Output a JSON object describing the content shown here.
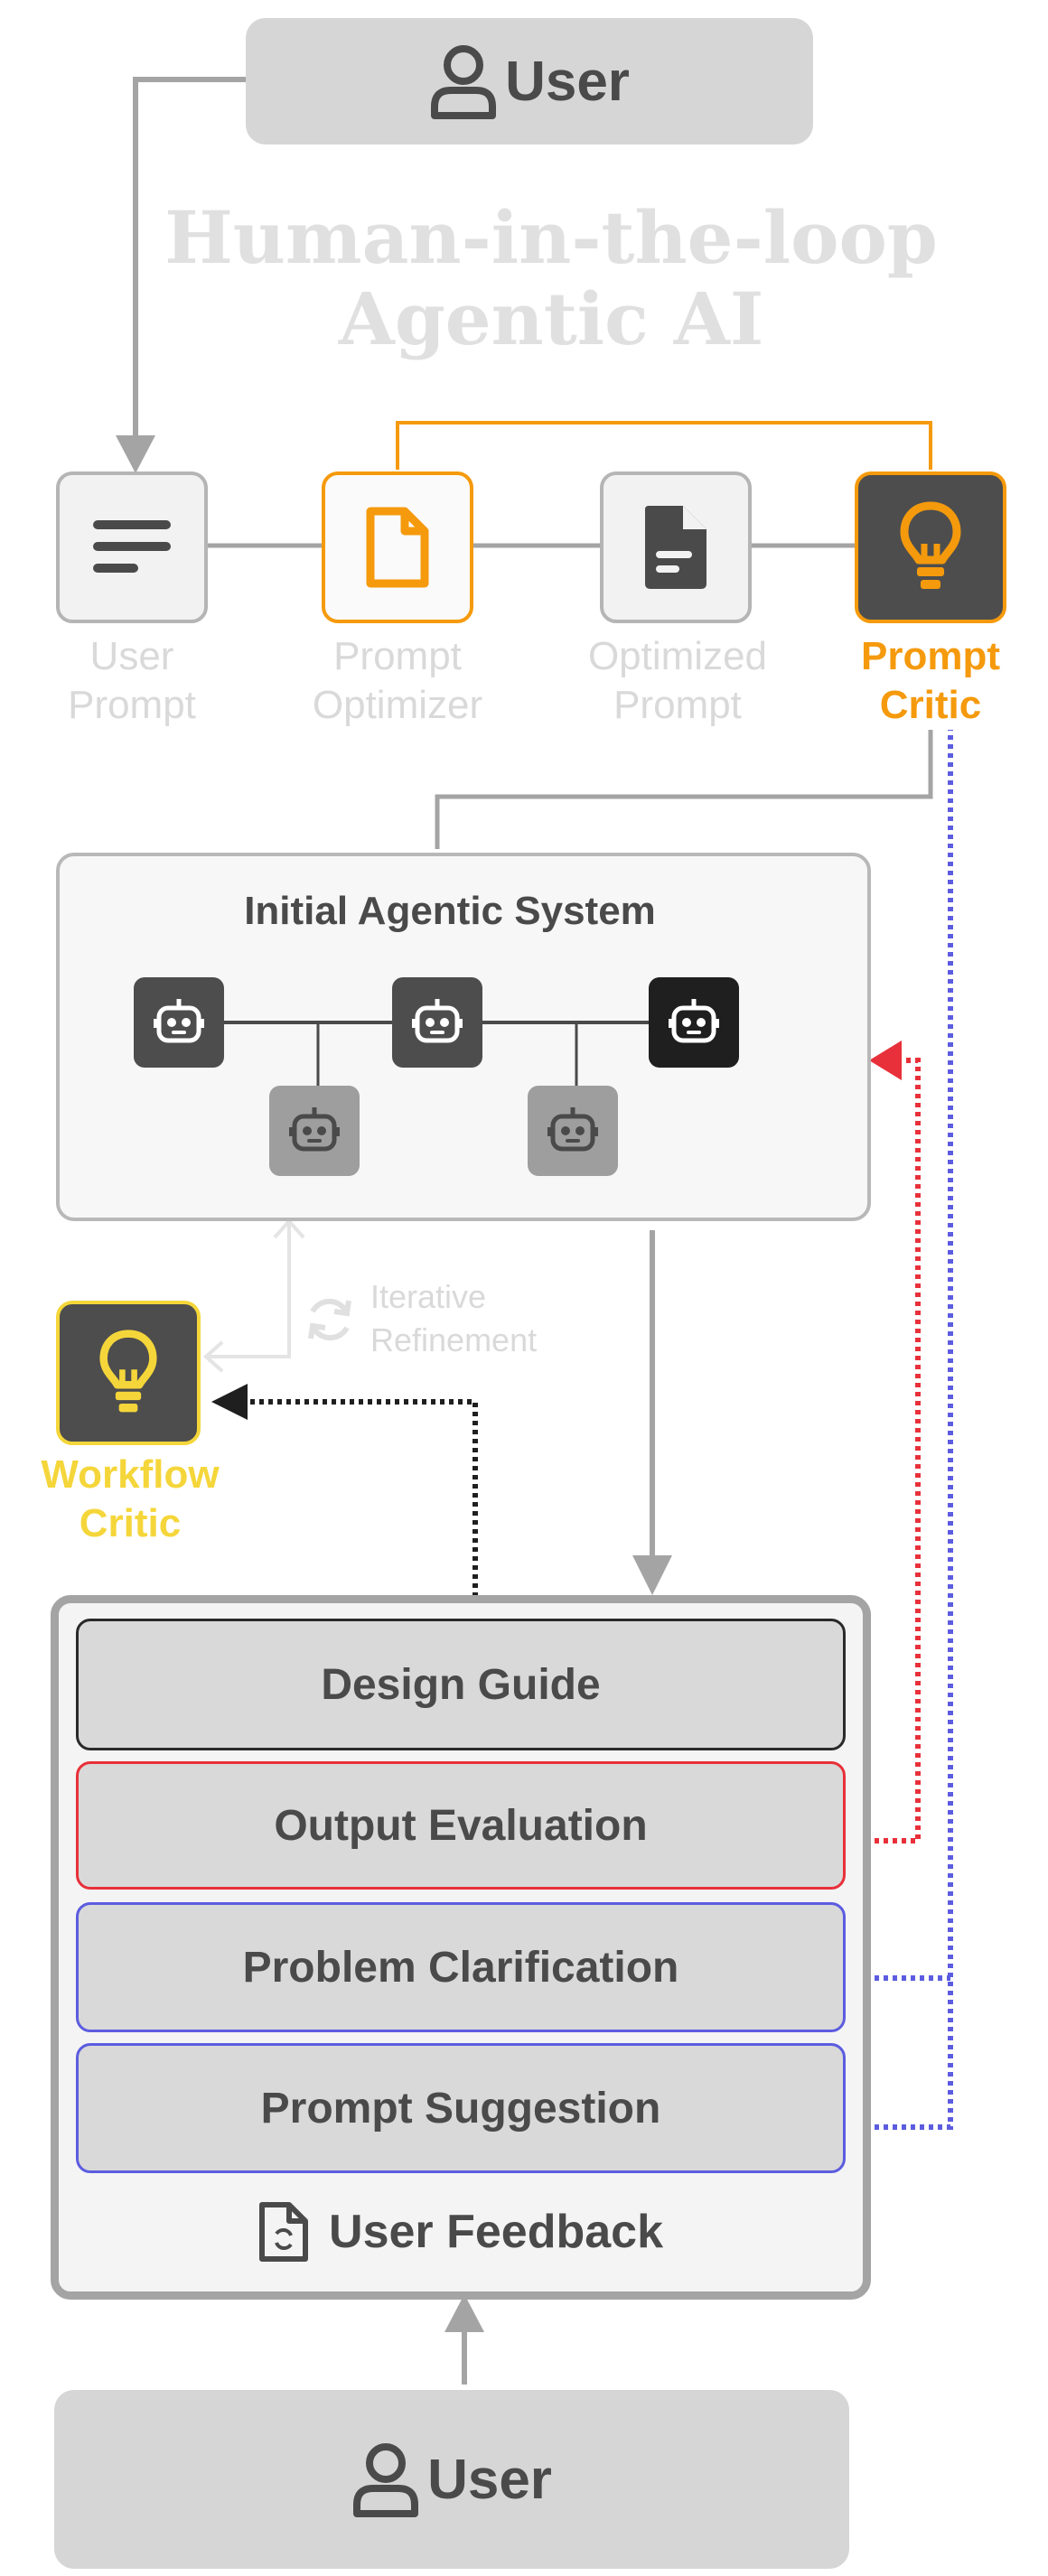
{
  "title": {
    "line1": "Human-in-the-loop",
    "line2": "Agentic AI"
  },
  "top_user": {
    "label": "User"
  },
  "bottom_user": {
    "label": "User"
  },
  "pipeline": {
    "user_prompt": {
      "line1": "User",
      "line2": "Prompt"
    },
    "prompt_optimizer": {
      "line1": "Prompt",
      "line2": "Optimizer"
    },
    "optimized_prompt": {
      "line1": "Optimized",
      "line2": "Prompt"
    },
    "prompt_critic": {
      "line1": "Prompt",
      "line2": "Critic"
    }
  },
  "agentic_system": {
    "title": "Initial Agentic System"
  },
  "iterative": {
    "line1": "Iterative",
    "line2": "Refinement"
  },
  "workflow_critic": {
    "line1": "Workflow",
    "line2": "Critic"
  },
  "feedback": {
    "items": [
      "Design Guide",
      "Output Evaluation",
      "Problem Clarification",
      "Prompt Suggestion"
    ],
    "footer": "User Feedback"
  },
  "colors": {
    "orange": "#f59a0c",
    "yellow": "#f5d63a",
    "red": "#e8303a",
    "blue": "#5c5ce0",
    "gray": "#a4a4a4",
    "dark": "#4d4d4d"
  }
}
